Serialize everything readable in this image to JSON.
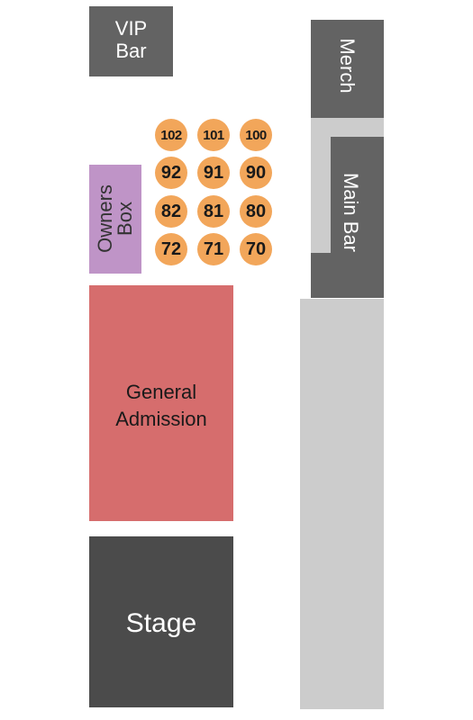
{
  "areas": {
    "vip_bar": "VIP\nBar",
    "merch": "Merch",
    "main_bar": "Main Bar",
    "owners_box": "Owners\nBox",
    "general_admission": "General\nAdmission",
    "stage": "Stage"
  },
  "seats": [
    {
      "label": "102",
      "size": "small"
    },
    {
      "label": "101",
      "size": "small"
    },
    {
      "label": "100",
      "size": "small"
    },
    {
      "label": "92",
      "size": "big"
    },
    {
      "label": "91",
      "size": "big"
    },
    {
      "label": "90",
      "size": "big"
    },
    {
      "label": "82",
      "size": "big"
    },
    {
      "label": "81",
      "size": "big"
    },
    {
      "label": "80",
      "size": "big"
    },
    {
      "label": "72",
      "size": "big"
    },
    {
      "label": "71",
      "size": "big"
    },
    {
      "label": "70",
      "size": "big"
    }
  ],
  "colors": {
    "bar": "#636363",
    "stage": "#4b4b4b",
    "walkway": "#cccccc",
    "owners_box": "#bf94c7",
    "general_admission": "#d66d6d",
    "seat": "#f2a65a"
  }
}
